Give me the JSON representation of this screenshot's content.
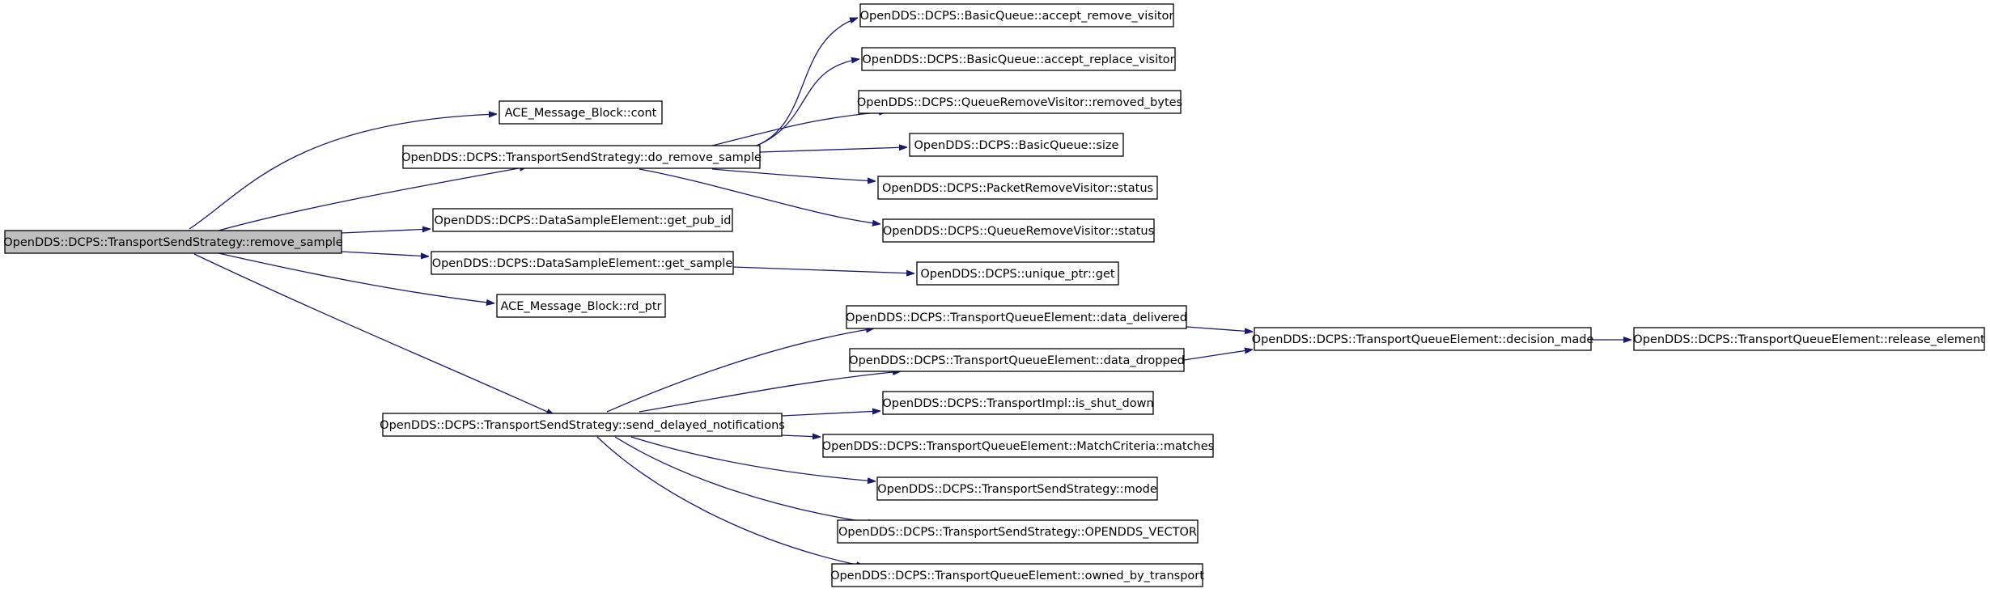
{
  "diagram": {
    "colors": {
      "edge": "#191970",
      "root_fill": "#bfbfbf",
      "node_fill": "#ffffff",
      "node_border": "#000000"
    },
    "nodes": {
      "remove_sample": "OpenDDS::DCPS::TransportSendStrategy::remove_sample",
      "cont": "ACE_Message_Block::cont",
      "do_remove_sample": "OpenDDS::DCPS::TransportSendStrategy::do_remove_sample",
      "get_pub_id": "OpenDDS::DCPS::DataSampleElement::get_pub_id",
      "get_sample": "OpenDDS::DCPS::DataSampleElement::get_sample",
      "rd_ptr": "ACE_Message_Block::rd_ptr",
      "send_delayed_notifications": "OpenDDS::DCPS::TransportSendStrategy::send_delayed_notifications",
      "accept_remove_visitor": "OpenDDS::DCPS::BasicQueue::accept_remove_visitor",
      "accept_replace_visitor": "OpenDDS::DCPS::BasicQueue::accept_replace_visitor",
      "removed_bytes": "OpenDDS::DCPS::QueueRemoveVisitor::removed_bytes",
      "size": "OpenDDS::DCPS::BasicQueue::size",
      "packet_status": "OpenDDS::DCPS::PacketRemoveVisitor::status",
      "queue_status": "OpenDDS::DCPS::QueueRemoveVisitor::status",
      "unique_get": "OpenDDS::DCPS::unique_ptr::get",
      "data_delivered": "OpenDDS::DCPS::TransportQueueElement::data_delivered",
      "data_dropped": "OpenDDS::DCPS::TransportQueueElement::data_dropped",
      "is_shut_down": "OpenDDS::DCPS::TransportImpl::is_shut_down",
      "matches": "OpenDDS::DCPS::TransportQueueElement::MatchCriteria::matches",
      "mode": "OpenDDS::DCPS::TransportSendStrategy::mode",
      "opendds_vector": "OpenDDS::DCPS::TransportSendStrategy::OPENDDS_VECTOR",
      "owned_by_transport": "OpenDDS::DCPS::TransportQueueElement::owned_by_transport",
      "decision_made": "OpenDDS::DCPS::TransportQueueElement::decision_made",
      "release_element": "OpenDDS::DCPS::TransportQueueElement::release_element"
    },
    "edges": [
      [
        "remove_sample",
        "cont"
      ],
      [
        "remove_sample",
        "do_remove_sample"
      ],
      [
        "remove_sample",
        "get_pub_id"
      ],
      [
        "remove_sample",
        "get_sample"
      ],
      [
        "remove_sample",
        "rd_ptr"
      ],
      [
        "remove_sample",
        "send_delayed_notifications"
      ],
      [
        "do_remove_sample",
        "accept_remove_visitor"
      ],
      [
        "do_remove_sample",
        "accept_replace_visitor"
      ],
      [
        "do_remove_sample",
        "removed_bytes"
      ],
      [
        "do_remove_sample",
        "size"
      ],
      [
        "do_remove_sample",
        "packet_status"
      ],
      [
        "do_remove_sample",
        "queue_status"
      ],
      [
        "get_sample",
        "unique_get"
      ],
      [
        "send_delayed_notifications",
        "data_delivered"
      ],
      [
        "send_delayed_notifications",
        "data_dropped"
      ],
      [
        "send_delayed_notifications",
        "is_shut_down"
      ],
      [
        "send_delayed_notifications",
        "matches"
      ],
      [
        "send_delayed_notifications",
        "mode"
      ],
      [
        "send_delayed_notifications",
        "opendds_vector"
      ],
      [
        "send_delayed_notifications",
        "owned_by_transport"
      ],
      [
        "data_delivered",
        "decision_made"
      ],
      [
        "data_dropped",
        "decision_made"
      ],
      [
        "decision_made",
        "release_element"
      ]
    ]
  }
}
